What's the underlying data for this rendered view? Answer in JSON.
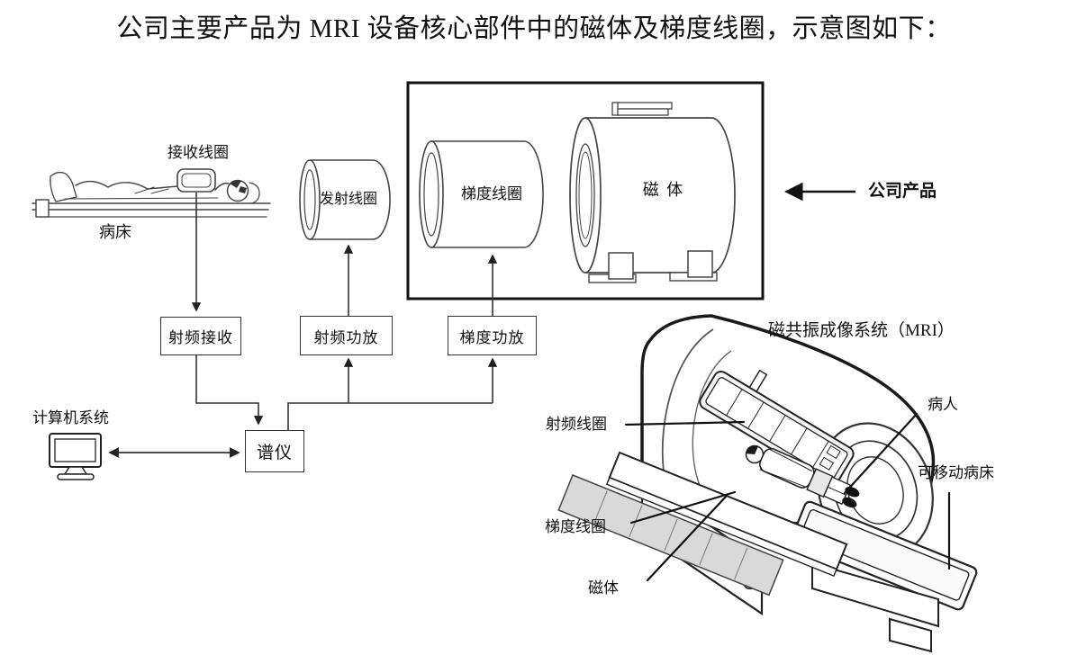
{
  "page_title": "公司主要产品为 MRI 设备核心部件中的磁体及梯度线圈，示意图如下：",
  "schematic": {
    "receive_coil": "接收线圈",
    "patient_bed": "病床",
    "transmit_coil": "发射线圈",
    "gradient_coil": "梯度线圈",
    "magnet": "磁 体",
    "rf_receive": "射频接收",
    "rf_amplifier": "射频功放",
    "gradient_amplifier": "梯度功放",
    "spectrometer": "谱仪",
    "computer_system": "计算机系统",
    "company_product": "公司产品"
  },
  "mri_illustration": {
    "title": "磁共振成像系统（MRI）",
    "rf_coil": "射频线圈",
    "patient": "病人",
    "movable_bed": "可移动病床",
    "gradient_coil": "梯度线圈",
    "magnet": "磁体"
  },
  "colors": {
    "ink": "#1a1a1a",
    "gradient_panel_gray": "#d9d9d9",
    "background": "#ffffff"
  }
}
